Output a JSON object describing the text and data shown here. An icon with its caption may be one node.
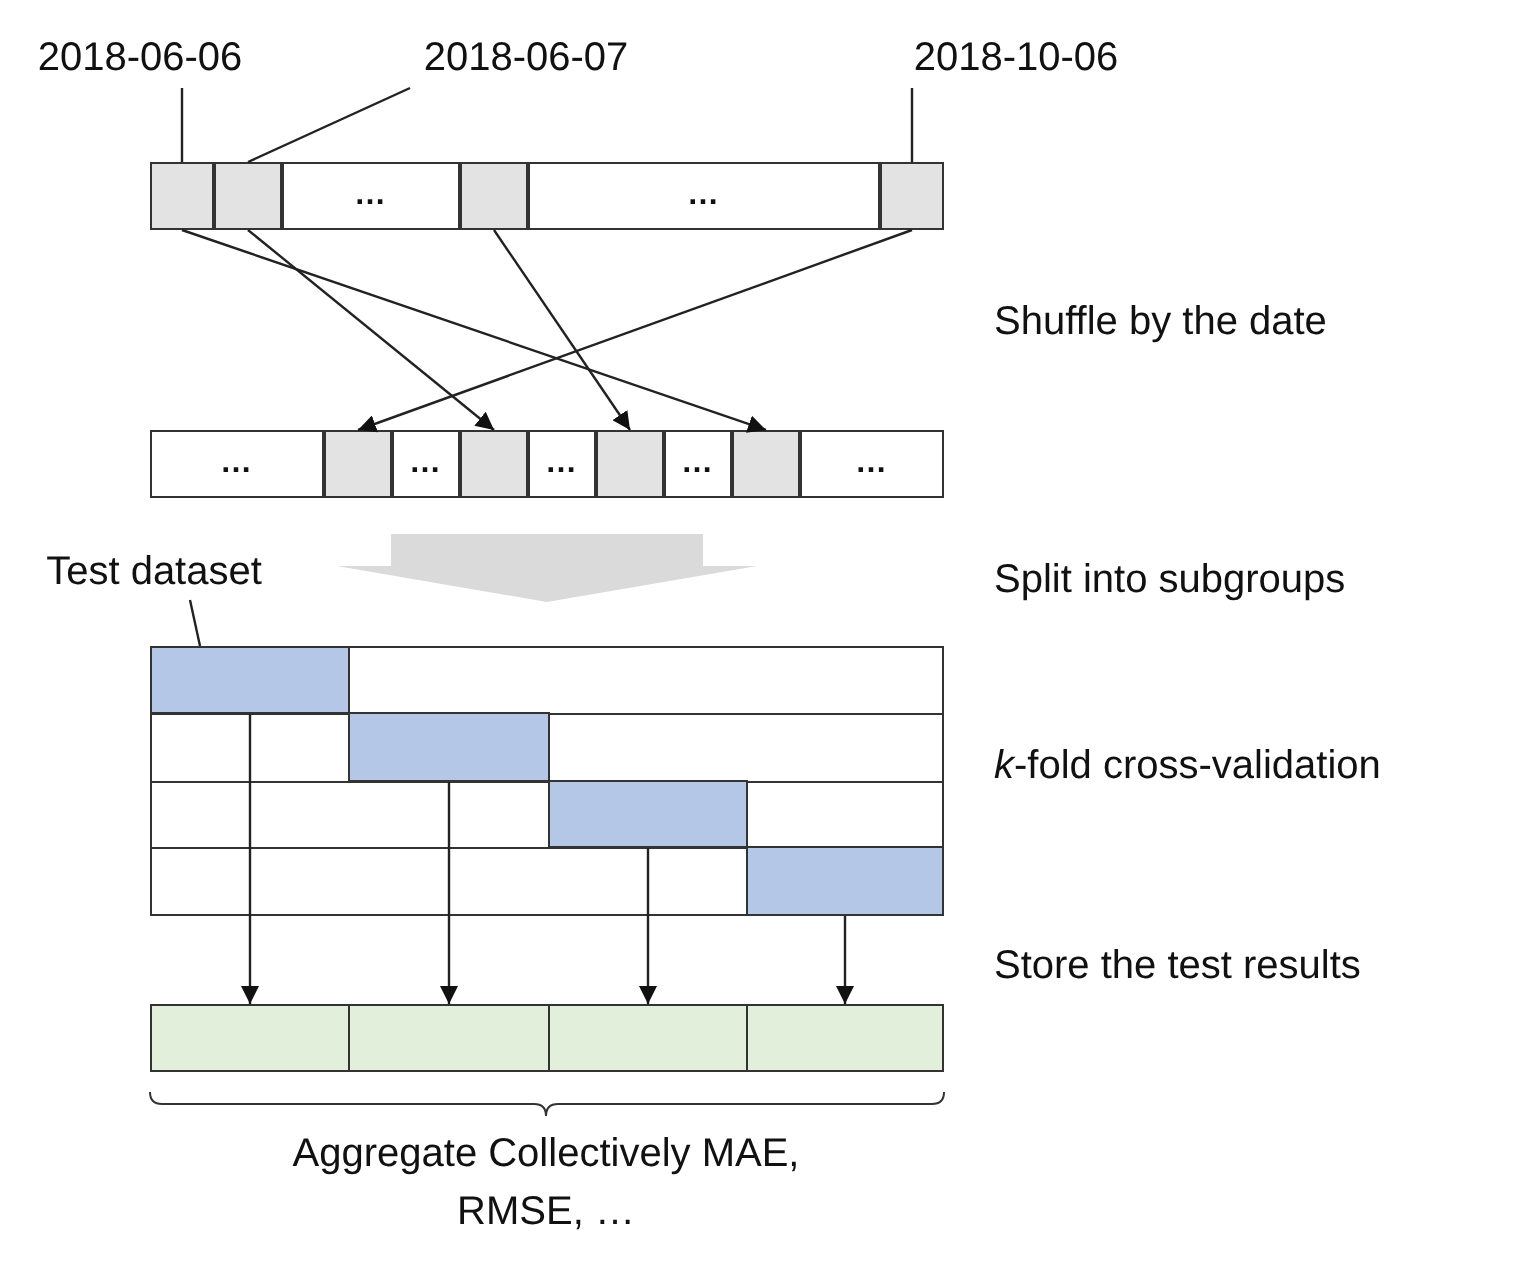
{
  "diagram": {
    "nodes": [
      {
        "text": [
          "2018-06-06"
        ]
      },
      {
        "text": [
          "2018-06-07"
        ]
      },
      {
        "text": [
          "2018-10-06"
        ]
      },
      {
        "text": [],
        "shape": "bar"
      },
      {
        "text": [],
        "shape": "box",
        "in": 3
      },
      {
        "text": [],
        "shape": "box",
        "in": 3
      },
      {
        "text": [
          "…"
        ],
        "in": 3
      },
      {
        "text": [],
        "shape": "box",
        "in": 3
      },
      {
        "text": [
          "…"
        ],
        "in": 3
      },
      {
        "text": [],
        "shape": "box",
        "in": 3
      },
      {
        "text": [],
        "shape": "bar"
      },
      {
        "text": [
          "…"
        ],
        "in": 10
      },
      {
        "text": [],
        "shape": "box",
        "in": 10
      },
      {
        "text": [
          "…"
        ],
        "in": 10
      },
      {
        "text": [],
        "shape": "box",
        "in": 10
      },
      {
        "text": [
          "…"
        ],
        "in": 10
      },
      {
        "text": [],
        "shape": "box",
        "in": 10
      },
      {
        "text": [
          "…"
        ],
        "in": 10
      },
      {
        "text": [],
        "shape": "box",
        "in": 10
      },
      {
        "text": [
          "…"
        ],
        "in": 10
      },
      {
        "text": [
          "Test dataset"
        ]
      },
      {
        "text": [],
        "shape": "box"
      },
      {
        "text": [],
        "shape": "box",
        "in": 21
      },
      {
        "text": [],
        "shape": "box",
        "in": 21
      },
      {
        "text": [],
        "shape": "box",
        "in": 21
      },
      {
        "text": [],
        "shape": "box",
        "in": 21
      },
      {
        "text": [],
        "shape": "bar"
      },
      {
        "text": [],
        "shape": "box",
        "in": 26
      },
      {
        "text": [],
        "shape": "box",
        "in": 26
      },
      {
        "text": [],
        "shape": "box",
        "in": 26
      },
      {
        "text": [],
        "shape": "box",
        "in": 26
      }
    ],
    "edges": [
      {
        "from": 0,
        "to": 4,
        "arrow": "none"
      },
      {
        "from": 1,
        "to": 5,
        "arrow": "none"
      },
      {
        "from": 2,
        "to": 9,
        "arrow": "none"
      },
      {
        "from": 4,
        "to": 18,
        "arrow": "to"
      },
      {
        "from": 5,
        "to": 14,
        "arrow": "to"
      },
      {
        "from": 7,
        "to": 16,
        "arrow": "to"
      },
      {
        "from": 9,
        "to": 12,
        "arrow": "to"
      },
      {
        "from": 10,
        "to": 21,
        "arrow": "to",
        "style": "thick",
        "color": "#dadada"
      },
      {
        "from": 20,
        "to": 22,
        "arrow": "none"
      },
      {
        "from": 22,
        "to": 27,
        "arrow": "to"
      },
      {
        "from": 23,
        "to": 28,
        "arrow": "to"
      },
      {
        "from": 24,
        "to": 29,
        "arrow": "to"
      },
      {
        "from": 25,
        "to": 30,
        "arrow": "to"
      }
    ],
    "labels": [
      "Shuffle by the date",
      "Split into subgroups",
      "*k*-fold cross-validation",
      "Store the test results",
      "Aggregate Collectively MAE, RMSE, …"
    ]
  }
}
